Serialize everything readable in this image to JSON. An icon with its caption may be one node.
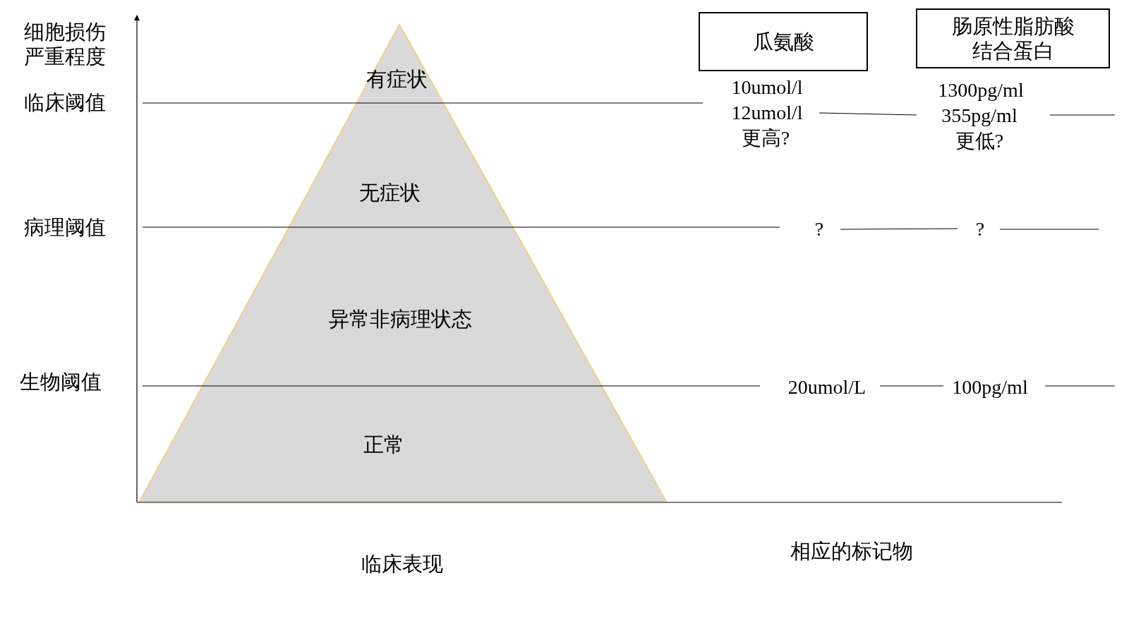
{
  "diagram": {
    "nodes": [
      {
        "text": [
          "有症状",
          "无症状",
          "异常非病理状态",
          "正常"
        ]
      },
      {
        "text": [
          "瓜氨酸"
        ]
      },
      {
        "text": [
          "肠原性脂肪酸结合蛋白"
        ]
      }
    ],
    "labels": [
      "细胞损伤严重程度",
      "临床阈值",
      "10umol/l",
      "12umol/l",
      "更高?",
      "1300pg/ml",
      "355pg/ml",
      "更低?",
      "病理阈值",
      "?",
      "?",
      "生物阈值",
      "20umol/L",
      "100pg/ml",
      "临床表现",
      "相应的标记物"
    ]
  }
}
